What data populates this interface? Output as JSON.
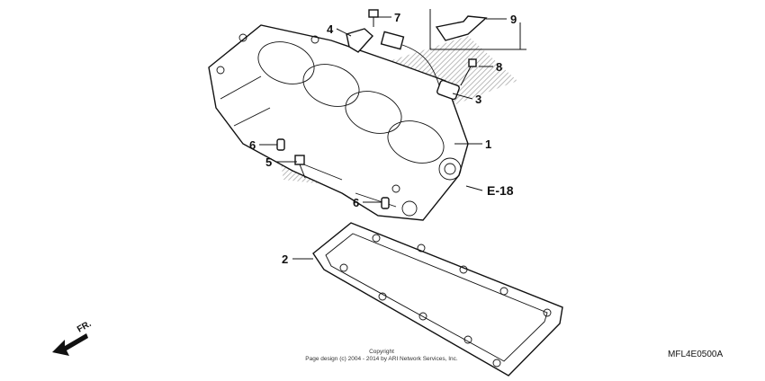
{
  "callouts": [
    {
      "num": "1"
    },
    {
      "num": "2"
    },
    {
      "num": "3"
    },
    {
      "num": "4"
    },
    {
      "num": "5"
    },
    {
      "num": "6"
    },
    {
      "num": "6"
    },
    {
      "num": "7"
    },
    {
      "num": "8"
    },
    {
      "num": "9"
    }
  ],
  "reference": "E-18",
  "direction": "FR.",
  "copyright": {
    "line1": "Copyright",
    "line2": "Page design (c) 2004 - 2014 by ARI Network Services, Inc."
  },
  "diagram_code": "MFL4E0500A",
  "colors": {
    "ink": "#111111",
    "hatch": "#9a9a9a",
    "background": "#ffffff"
  }
}
